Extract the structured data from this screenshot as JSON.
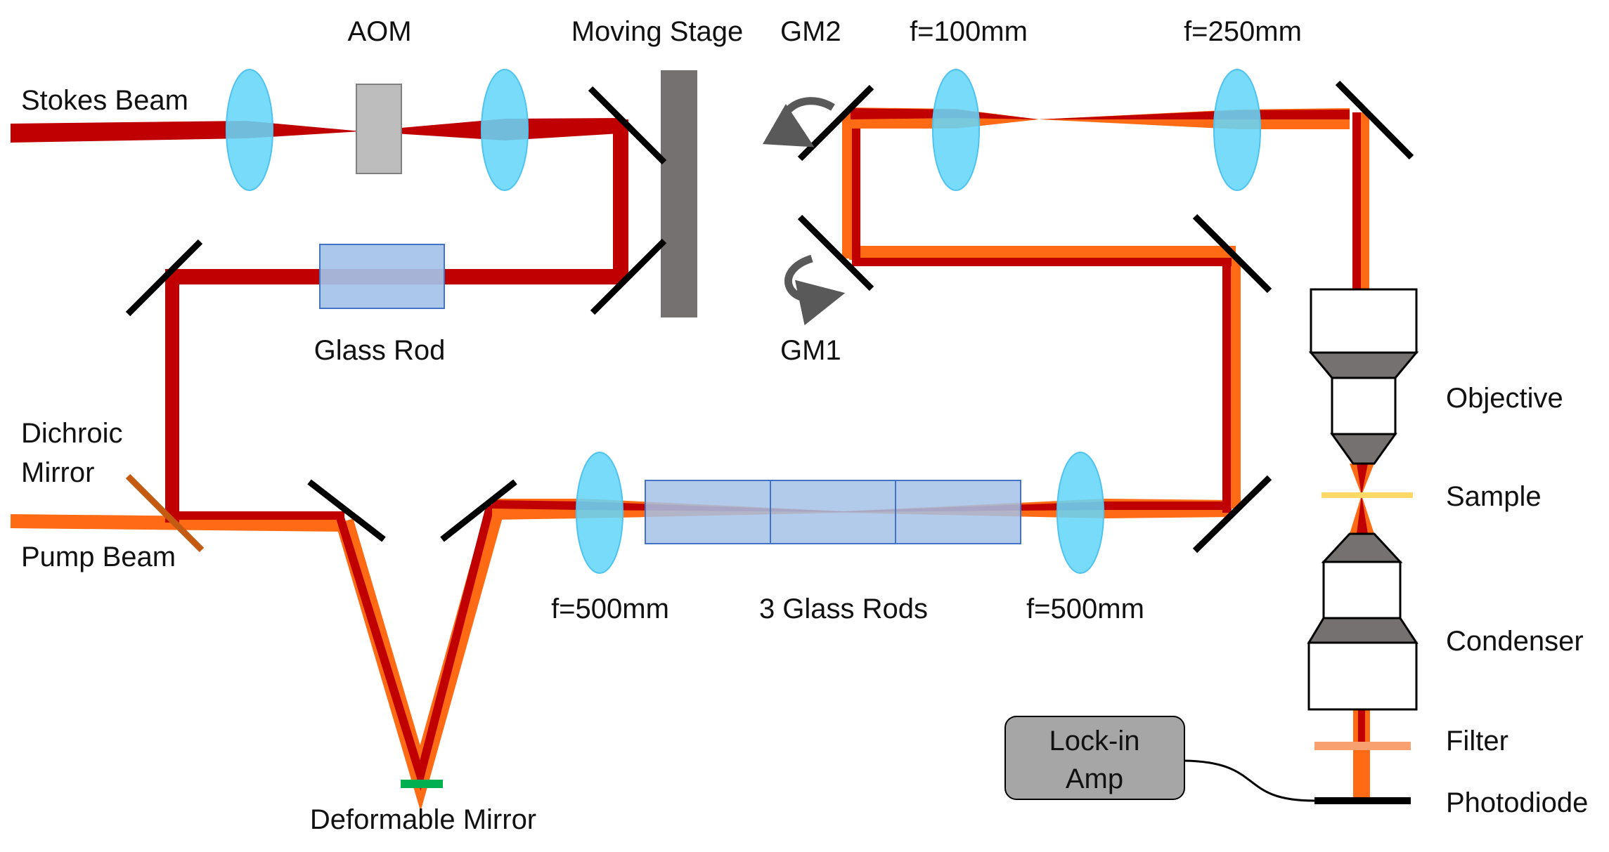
{
  "labels": {
    "stokes_beam": "Stokes Beam",
    "aom": "AOM",
    "moving_stage": "Moving Stage",
    "gm2": "GM2",
    "gm1": "GM1",
    "lens_f100": "f=100mm",
    "lens_f250": "f=250mm",
    "glass_rod": "Glass Rod",
    "dichroic_line1": "Dichroic",
    "dichroic_line2": "Mirror",
    "pump_beam": "Pump Beam",
    "lens_f500_left": "f=500mm",
    "three_glass_rods": "3 Glass Rods",
    "lens_f500_right": "f=500mm",
    "deformable_mirror": "Deformable Mirror",
    "objective": "Objective",
    "sample": "Sample",
    "condenser": "Condenser",
    "filter": "Filter",
    "photodiode": "Photodiode",
    "lockin_line1": "Lock-in",
    "lockin_line2": "Amp"
  },
  "colors": {
    "stokes": "#c00000",
    "pump": "#ff6a14",
    "lens": "#66d6f9",
    "rod": "#a4c2e8",
    "aom": "#bdbdbd",
    "stage": "#767171",
    "mirror": "#000000",
    "deformable": "#00b050",
    "sample": "#ffd966",
    "filter": "#f8a070",
    "lockin": "#a6a6a6"
  }
}
